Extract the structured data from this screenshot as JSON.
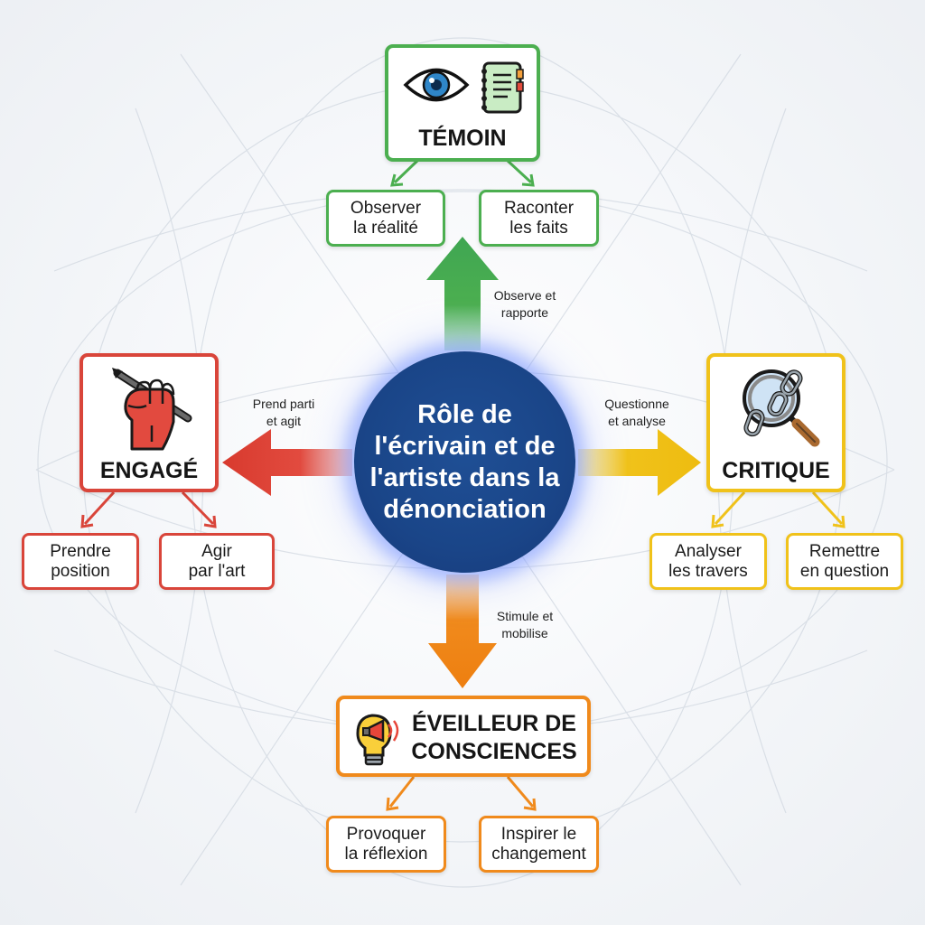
{
  "center": {
    "title": "Rôle de\nl'écrivain et de\nl'artiste dans la\ndénonciation"
  },
  "nodes": {
    "temoin": {
      "label": "TÉMOIN",
      "edge_label": "Observe et\nrapporte",
      "children": [
        "Observer\nla réalité",
        "Raconter\nles faits"
      ],
      "color": "#4caf50",
      "icons": [
        "eye-icon",
        "notebook-icon"
      ]
    },
    "engage": {
      "label": "ENGAGÉ",
      "edge_label": "Prend parti\net agit",
      "children": [
        "Prendre\nposition",
        "Agir\npar l'art"
      ],
      "color": "#d9453a",
      "icons": [
        "fist-with-pen-icon"
      ]
    },
    "critique": {
      "label": "CRITIQUE",
      "edge_label": "Questionne\net analyse",
      "children": [
        "Analyser\nles travers",
        "Remettre\nen question"
      ],
      "color": "#f0c21a",
      "icons": [
        "magnifier-broken-chain-icon"
      ]
    },
    "eveilleur": {
      "label": "ÉVEILLEUR DE\nCONSCIENCES",
      "edge_label": "Stimule et\nmobilise",
      "children": [
        "Provoquer\nla réflexion",
        "Inspirer le\nchangement"
      ],
      "color": "#f08a1c",
      "icons": [
        "lightbulb-megaphone-icon"
      ]
    }
  }
}
